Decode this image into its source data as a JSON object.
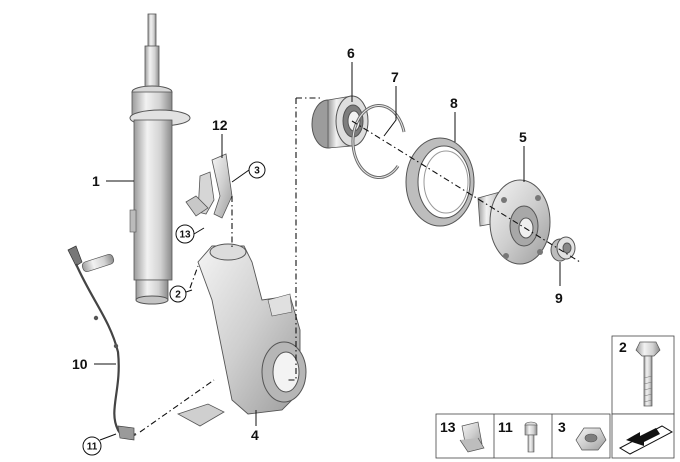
{
  "callouts": [
    "1",
    "2",
    "3",
    "4",
    "5",
    "6",
    "7",
    "8",
    "9",
    "10",
    "11",
    "12",
    "13"
  ],
  "legend": [
    "13",
    "11",
    "3",
    "2"
  ],
  "colors": {
    "part_light": "#e9e9e9",
    "part_mid": "#c9c9c9",
    "part_dark": "#8e8e8e",
    "ink": "#111111"
  },
  "icons": [
    "strut-icon",
    "knuckle-icon",
    "bearing-icon",
    "circlip-icon",
    "hub-icon",
    "nut-icon",
    "sensor-icon",
    "bolt-icon",
    "clip-icon",
    "arrow-plate-icon"
  ]
}
